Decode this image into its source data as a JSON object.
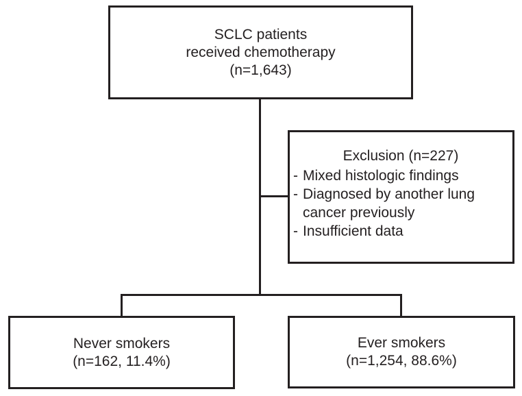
{
  "page": {
    "background_color": "#ffffff",
    "ink_color": "#231f20"
  },
  "flowchart": {
    "top_box": {
      "lines": [
        "SCLC patients",
        "received chemotherapy",
        "(n=1,643)"
      ]
    },
    "exclusion_box": {
      "title": "Exclusion (n=227)",
      "bullet_marker": "-",
      "items": [
        "Mixed histologic findings",
        "Diagnosed by another lung cancer previously",
        "Insufficient data"
      ]
    },
    "never_smokers_box": {
      "lines": [
        "Never smokers",
        "(n=162, 11.4%)"
      ]
    },
    "ever_smokers_box": {
      "lines": [
        "Ever smokers",
        "(n=1,254, 88.6%)"
      ]
    }
  }
}
